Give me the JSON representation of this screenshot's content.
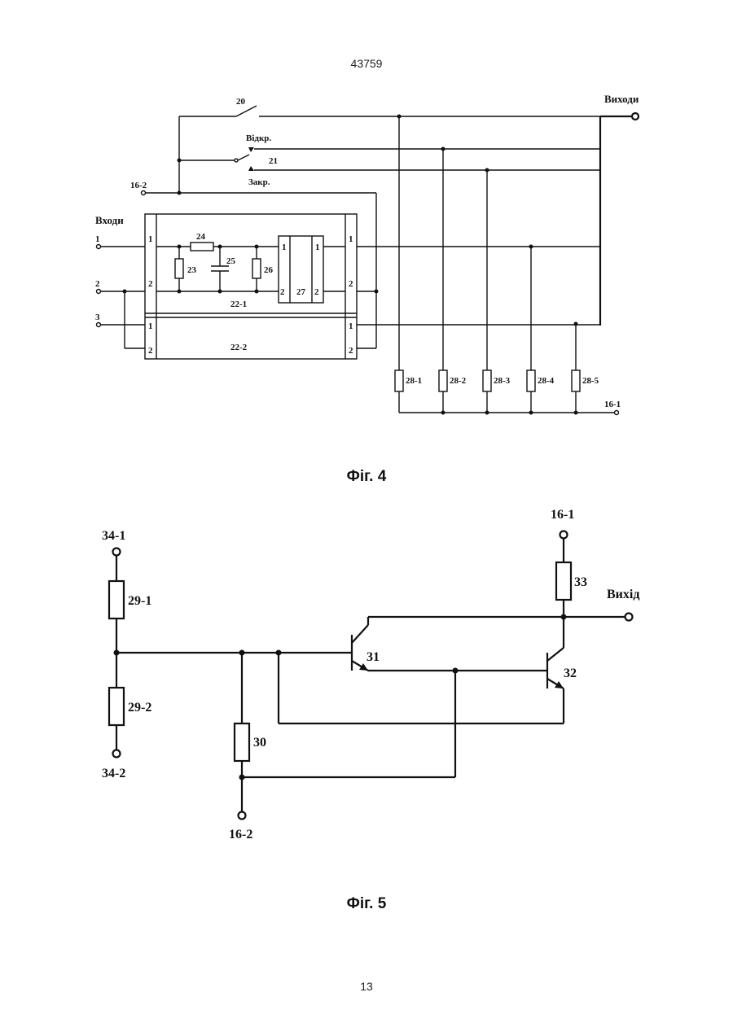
{
  "header": {
    "doc_number": "43759"
  },
  "footer": {
    "page_number": "13"
  },
  "fig4": {
    "caption": "Фіг. 4",
    "labels": {
      "outputs": "Виходи",
      "inputs": "Входи",
      "switch_20": "20",
      "switch_21": "21",
      "open": "Відкр.",
      "closed": "Закр.",
      "term_16_2": "16-2",
      "term_16_1": "16-1",
      "in_1": "1",
      "in_2": "2",
      "in_3": "3",
      "r23": "23",
      "r24": "24",
      "c25": "25",
      "r26": "26",
      "block27": "27",
      "block_22_1": "22-1",
      "block_22_2": "22-2",
      "pin_1": "1",
      "pin_2": "2",
      "resistors": [
        "28-1",
        "28-2",
        "28-3",
        "28-4",
        "28-5"
      ]
    }
  },
  "fig5": {
    "caption": "Фіг. 5",
    "labels": {
      "t34_1": "34-1",
      "t34_2": "34-2",
      "r29_1": "29-1",
      "r29_2": "29-2",
      "r30": "30",
      "q31": "31",
      "q32": "32",
      "r33": "33",
      "t16_1": "16-1",
      "t16_2": "16-2",
      "output": "Вихід"
    }
  }
}
